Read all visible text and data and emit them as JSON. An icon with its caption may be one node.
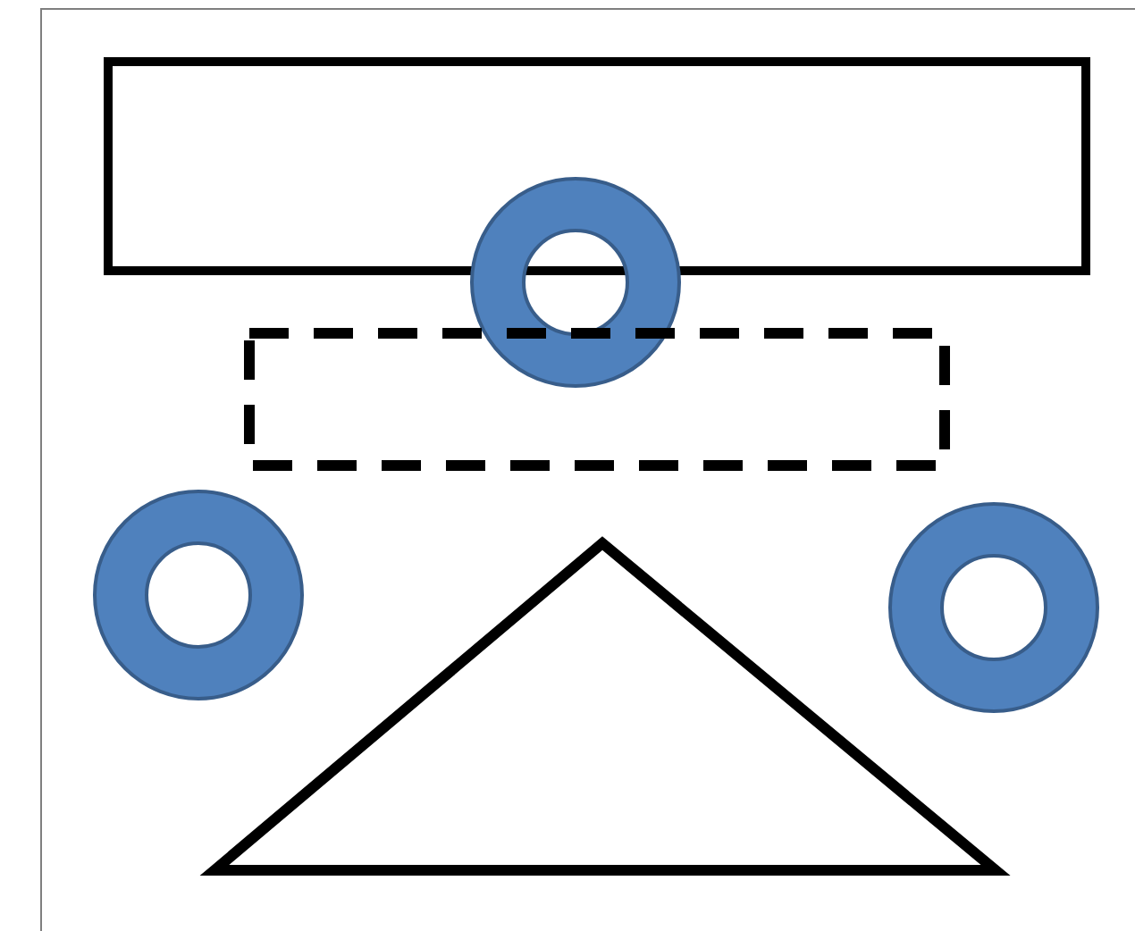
{
  "diagram": {
    "nodes": [
      {
        "text": [],
        "shape": "box"
      },
      {
        "text": [],
        "shape": "ring"
      },
      {
        "text": [],
        "shape": "box"
      },
      {
        "text": [],
        "shape": "ring"
      },
      {
        "text": [],
        "shape": "ring"
      },
      {
        "text": [],
        "shape": "triangle"
      }
    ]
  }
}
